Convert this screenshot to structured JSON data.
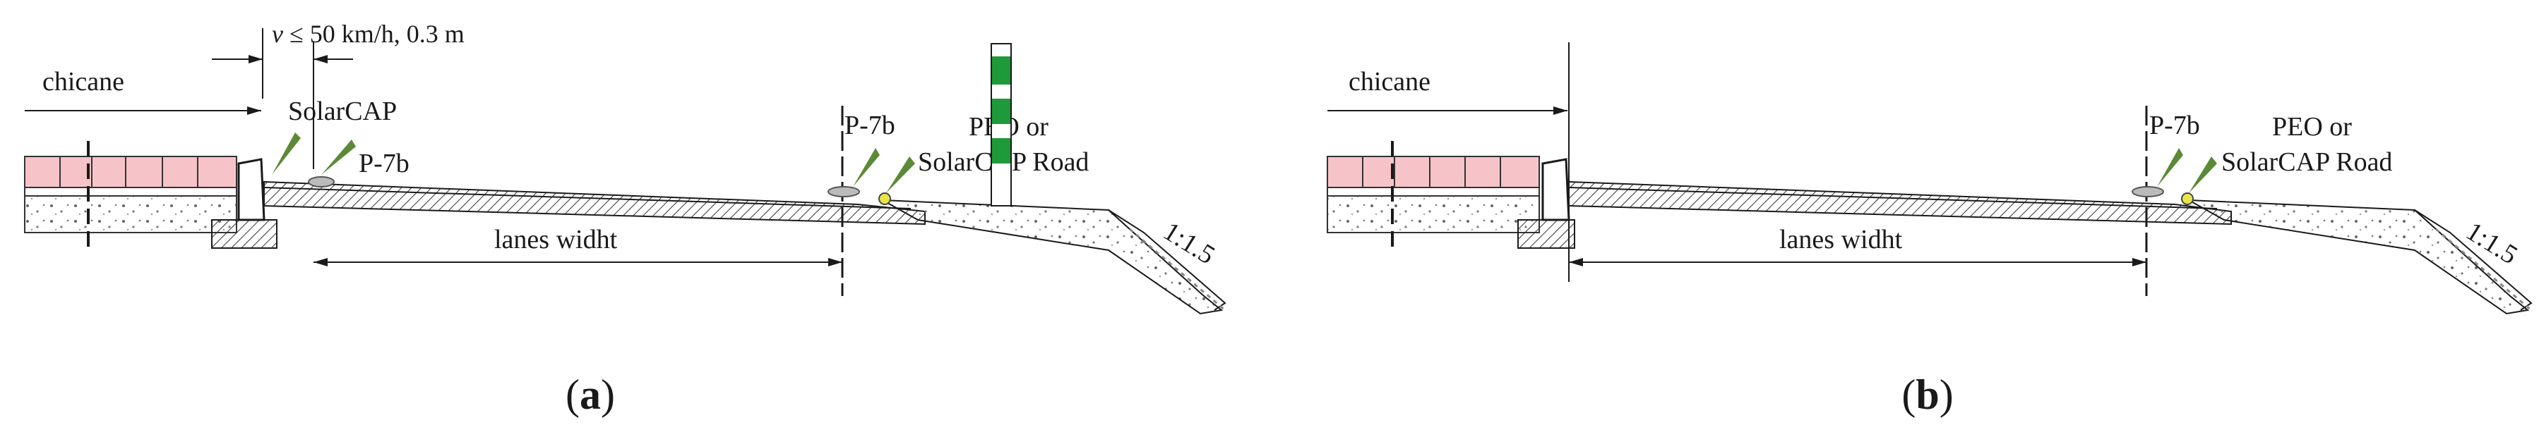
{
  "panels": [
    {
      "id": "a",
      "caption_open": "(",
      "caption_letter": "a",
      "caption_close": ")",
      "chicane": "chicane",
      "speed_v": "v",
      "speed_rest": " ≤ 50 km/h, 0.3 m",
      "solarcap": "SolarCAP",
      "p7b_left": "P-7b",
      "p7b_right": "P-7b",
      "peo_line1": "PEO or",
      "peo_line2": "SolarCAP Road",
      "lanes": "lanes widht",
      "slope": "1:1.5"
    },
    {
      "id": "b",
      "caption_open": "(",
      "caption_letter": "b",
      "caption_close": ")",
      "chicane": "chicane",
      "p7b_right": "P-7b",
      "peo_line1": "PEO or",
      "peo_line2": "SolarCAP Road",
      "lanes": "lanes widht",
      "slope": "1:1.5"
    }
  ],
  "colors": {
    "pavers": "#f6c4c8",
    "sensor": "#5b8a36",
    "post_green": "#1f9a3a",
    "line": "#1a1a1a"
  }
}
